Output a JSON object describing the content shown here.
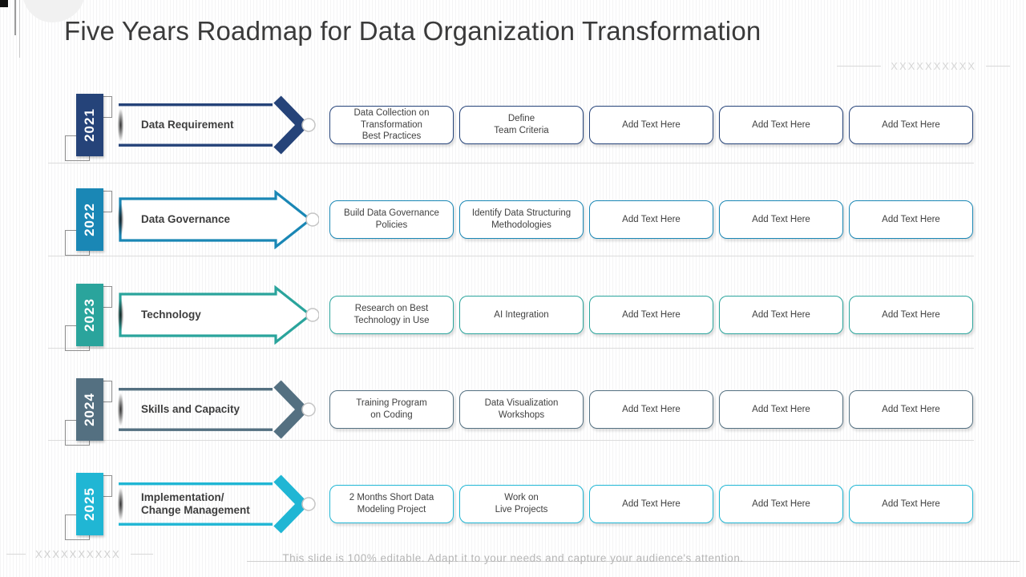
{
  "title": "Five Years Roadmap for Data Organization Transformation",
  "decor": {
    "top_right_label": "XXXXXXXXXX",
    "bottom_left_label": "XXXXXXXXXX"
  },
  "footer": {
    "note": "This slide is 100% editable. Adapt it to your needs and capture your audience's attention."
  },
  "rows": [
    {
      "year": "2021",
      "label": "Data Requirement",
      "color": "#254379",
      "arrow_style": "chevron",
      "boxes": [
        "Data Collection on\nTransformation\nBest Practices",
        "Define\nTeam Criteria",
        "Add Text Here",
        "Add Text Here",
        "Add Text Here"
      ]
    },
    {
      "year": "2022",
      "label": "Data Governance",
      "color": "#1a87b5",
      "arrow_style": "block",
      "boxes": [
        "Build Data Governance\nPolicies",
        "Identify Data Structuring\nMethodologies",
        "Add Text Here",
        "Add Text Here",
        "Add Text Here"
      ]
    },
    {
      "year": "2023",
      "label": "Technology",
      "color": "#2aa49c",
      "arrow_style": "block",
      "boxes": [
        "Research on Best\nTechnology in Use",
        "AI Integration",
        "Add Text Here",
        "Add Text Here",
        "Add Text Here"
      ]
    },
    {
      "year": "2024",
      "label": "Skills and Capacity",
      "color": "#547081",
      "arrow_style": "chevron",
      "boxes": [
        "Training Program\non Coding",
        "Data Visualization\nWorkshops",
        "Add Text Here",
        "Add Text Here",
        "Add Text Here"
      ]
    },
    {
      "year": "2025",
      "label": "Implementation/\nChange Management",
      "color": "#20b6d4",
      "arrow_style": "chevron",
      "boxes": [
        "2 Months Short Data\nModeling Project",
        "Work on\nLive Projects",
        "Add Text Here",
        "Add Text Here",
        "Add Text Here"
      ]
    }
  ],
  "layout_hints": {
    "row_tops": [
      111,
      229,
      348,
      466,
      584
    ],
    "separator_tops": [
      203,
      319,
      434,
      549
    ]
  }
}
